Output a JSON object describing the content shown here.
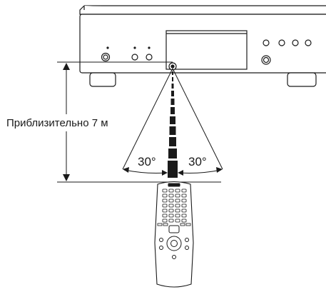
{
  "diagram": {
    "distance_label": "Приблизительно 7 м",
    "angle_left_label": "30°",
    "angle_right_label": "30°"
  },
  "colors": {
    "line": "#1a1a1a",
    "fill": "#ffffff"
  }
}
